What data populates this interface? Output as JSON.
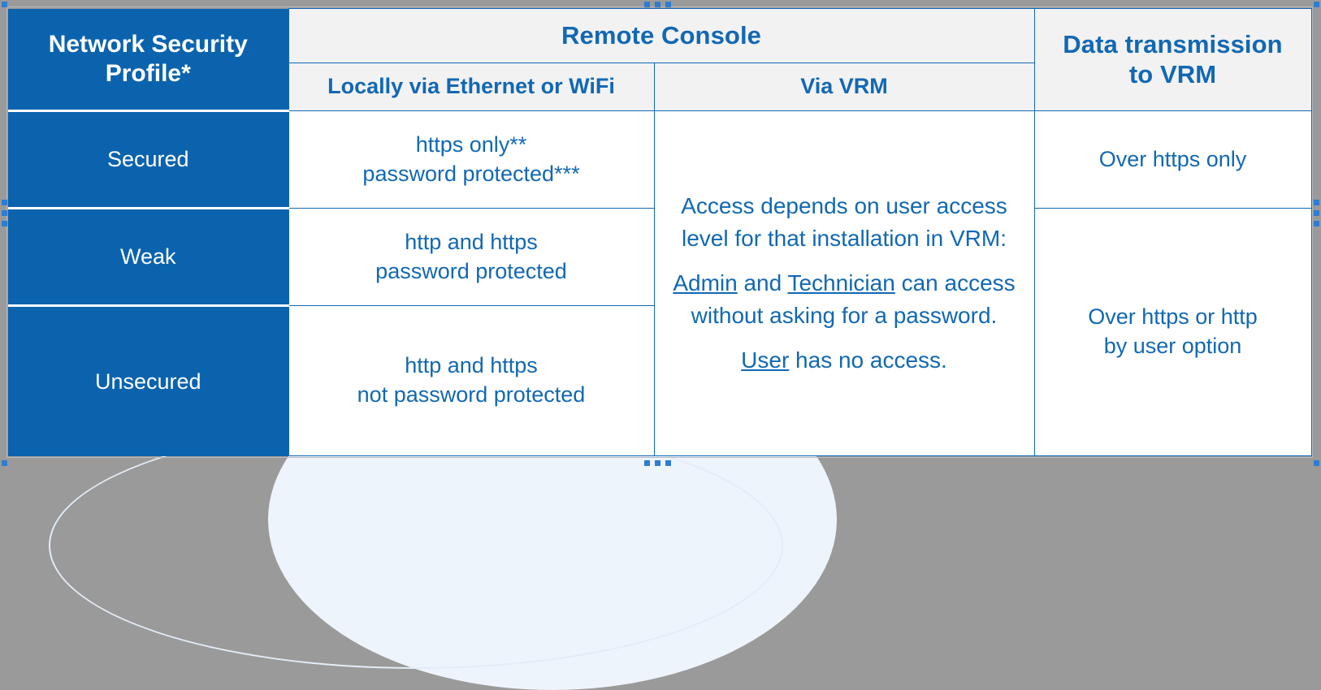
{
  "theme": {
    "brand_blue": "#0B63AE",
    "text_blue": "#1268B3",
    "header_grey": "#f2f2f2",
    "canvas_grey": "#9a9a9a",
    "handle_blue": "#2d7dd2"
  },
  "table": {
    "headers": {
      "profile": "Network Security\nProfile*",
      "profile_line1": "Network Security",
      "profile_line2": "Profile*",
      "remote_console": "Remote Console",
      "local": "Locally via Ethernet or WiFi",
      "via_vrm": "Via VRM",
      "data_transmission_line1": "Data transmission",
      "data_transmission_line2": "to VRM"
    },
    "rows": [
      {
        "profile": "Secured",
        "local_line1": "https only**",
        "local_line2": "password protected***",
        "transmission": "Over https only"
      },
      {
        "profile": "Weak",
        "local_line1": "http and https",
        "local_line2": "password protected",
        "transmission_line1": "Over https or http",
        "transmission_line2": "by user option"
      },
      {
        "profile": "Unsecured",
        "local_line1": "http and https",
        "local_line2": "not password protected"
      }
    ],
    "via_vrm_cell": {
      "para1_line1": "Access depends on user access",
      "para1_line2": "level for that installation in VRM:",
      "para2_a": "Admin",
      "para2_b": " and ",
      "para2_c": "Technician",
      "para2_d": " can access",
      "para2_line2": "without asking for a password.",
      "para3_a": "User",
      "para3_b": " has no access."
    }
  }
}
